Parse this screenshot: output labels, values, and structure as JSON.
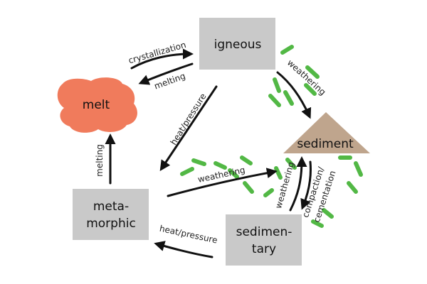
{
  "nodes": {
    "igneous": "igneous",
    "melt": "melt",
    "sediment": "sediment",
    "metamorphic_line1": "meta-",
    "metamorphic_line2": "morphic",
    "sedimentary_line1": "sedimen-",
    "sedimentary_line2": "tary"
  },
  "edges": {
    "crystallization": "crystallization",
    "melting_top": "melting",
    "weathering_igneous": "weathering",
    "heat_pressure_igneous": "heat/pressure",
    "melting_left": "melting",
    "weathering_metamorphic": "weathering",
    "weathering_sedimentary": "weathering",
    "compaction_line1": "compaction/",
    "compaction_line2": "cementation",
    "heat_pressure_bottom": "heat/pressure"
  },
  "colors": {
    "melt": "#f07b5c",
    "sediment": "#bfa58d",
    "rock_box": "#c9c9c9",
    "weathering_dashes": "#52b845",
    "arrows": "#111111"
  }
}
